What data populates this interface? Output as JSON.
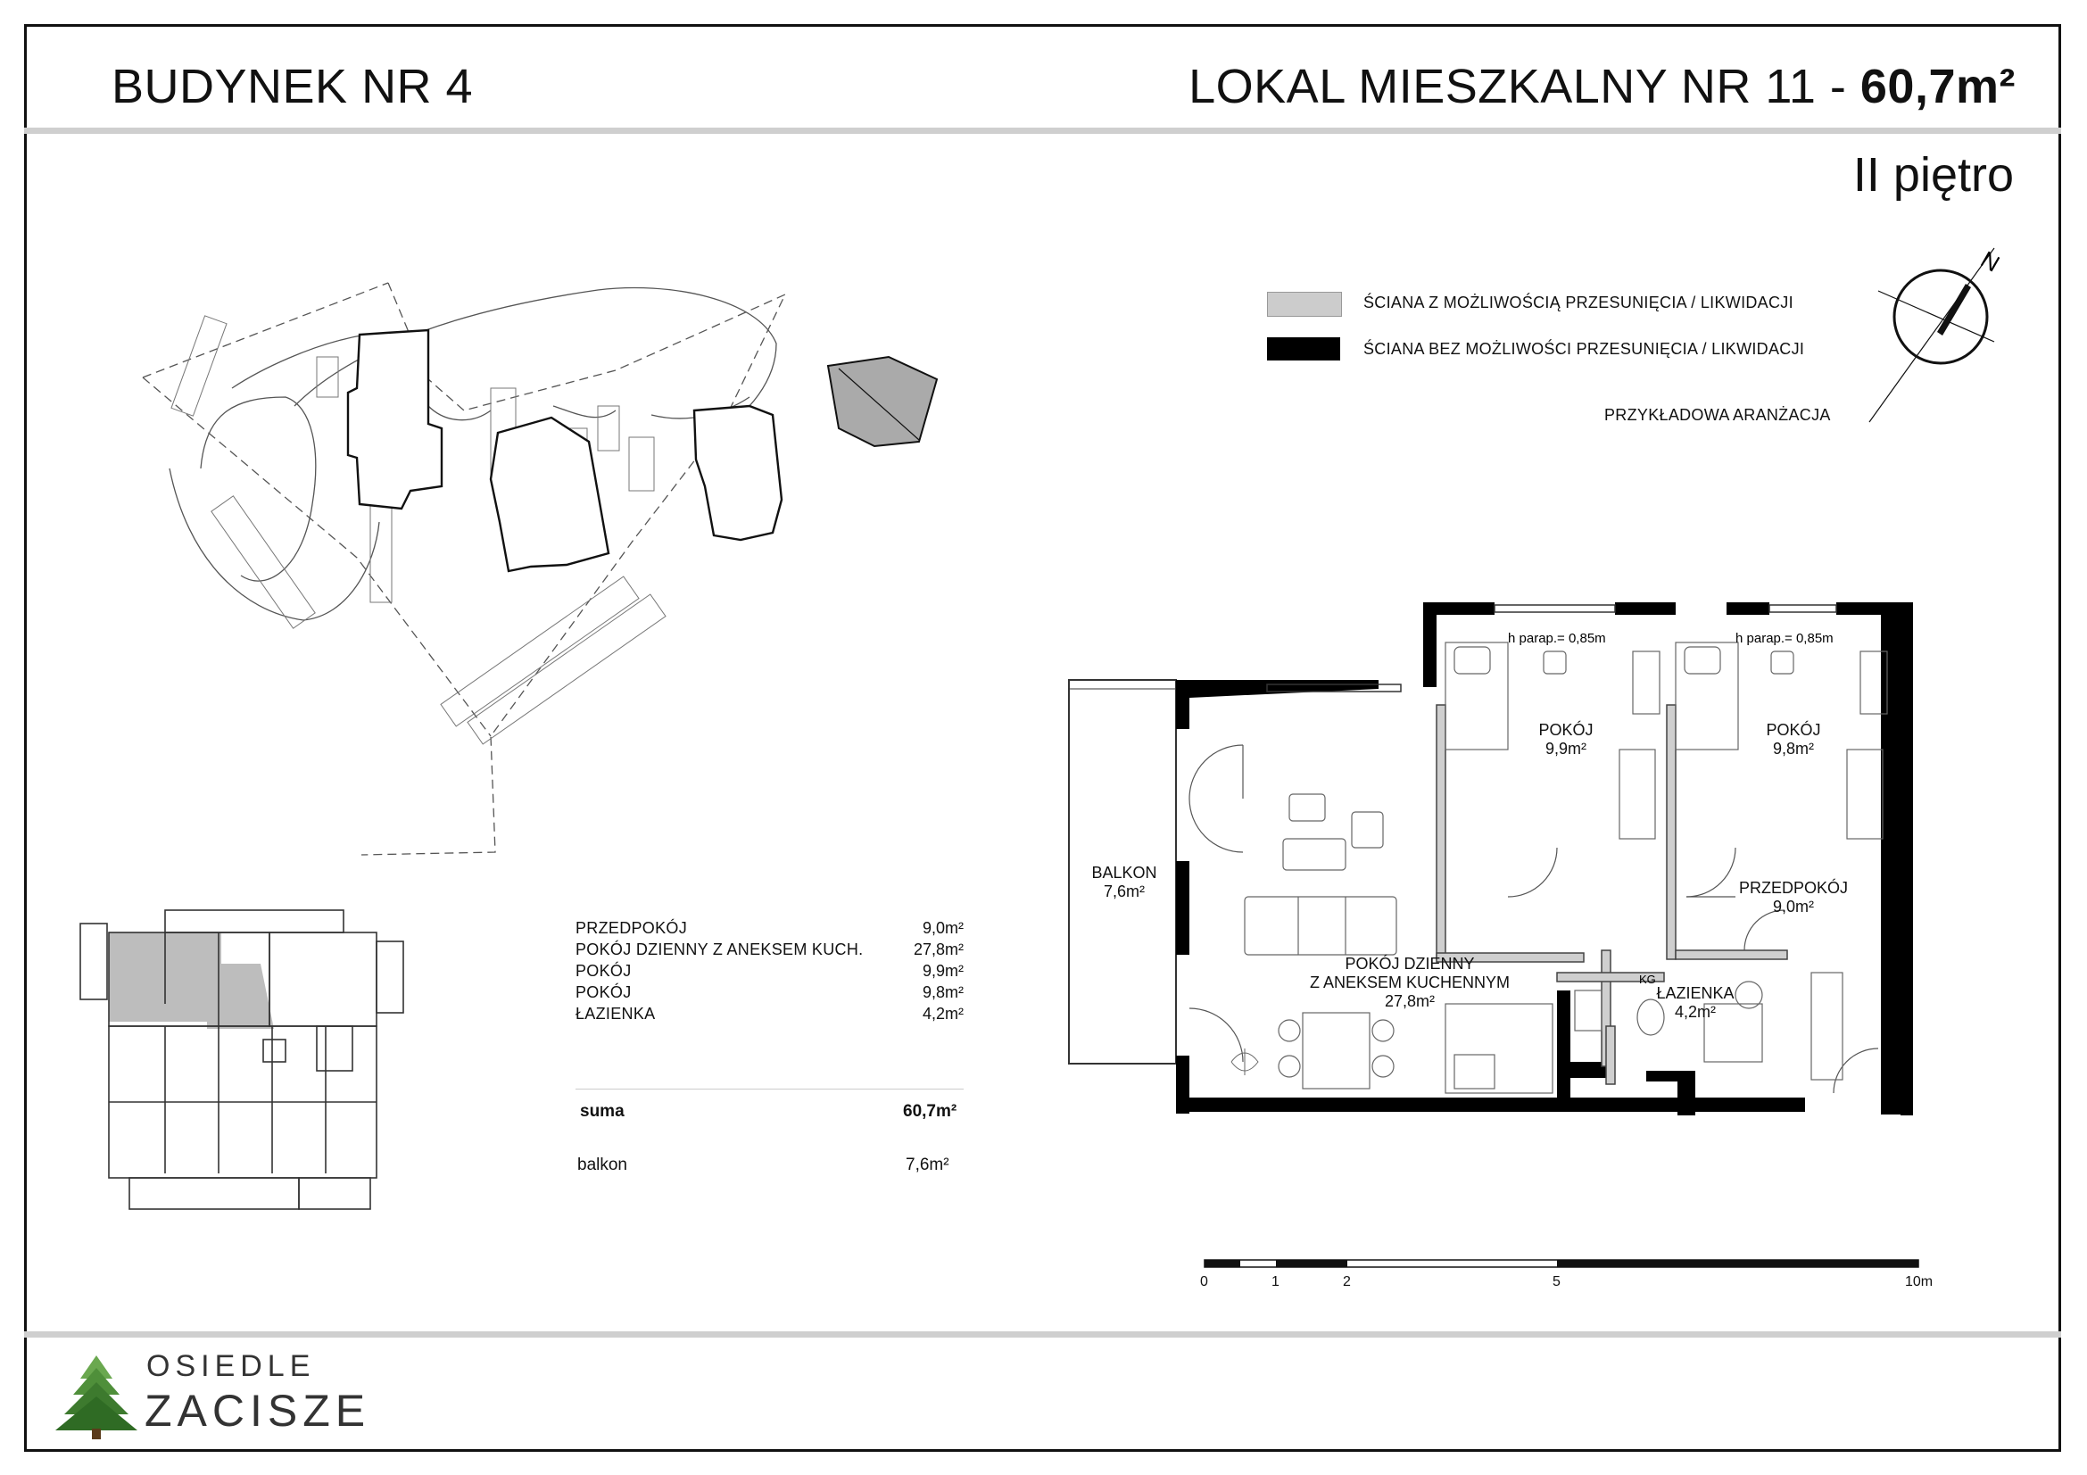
{
  "header": {
    "building": "BUDYNEK NR 4",
    "unit_prefix": "LOKAL MIESZKALNY NR 11 - ",
    "unit_area": "60,7m²",
    "floor": "II piętro"
  },
  "legend": {
    "movable_wall": "ŚCIANA Z MOŻLIWOŚCIĄ PRZESUNIĘCIA / LIKWIDACJI",
    "fixed_wall": "ŚCIANA BEZ MOŻLIWOŚCI PRZESUNIĘCIA / LIKWIDACJI",
    "sample_arrangement": "PRZYKŁADOWA ARANŻACJA",
    "movable_color": "#cccccc",
    "fixed_color": "#000000"
  },
  "compass": {
    "north": "N"
  },
  "rooms": [
    {
      "name": "PRZEDPOKÓJ",
      "area": "9,0m²"
    },
    {
      "name": "POKÓJ DZIENNY Z ANEKSEM KUCH.",
      "area": "27,8m²"
    },
    {
      "name": "POKÓJ",
      "area": "9,9m²"
    },
    {
      "name": "POKÓJ",
      "area": "9,8m²"
    },
    {
      "name": "ŁAZIENKA",
      "area": "4,2m²"
    }
  ],
  "summary": {
    "label": "suma",
    "area": "60,7m²"
  },
  "balcony_row": {
    "label": "balkon",
    "area": "7,6m²"
  },
  "plan": {
    "parapet1": "h parap.= 0,85m",
    "parapet2": "h parap.= 0,85m",
    "room1_name": "POKÓJ",
    "room1_area": "9,9m²",
    "room2_name": "POKÓJ",
    "room2_area": "9,8m²",
    "balcony_name": "BALKON",
    "balcony_area": "7,6m²",
    "hall_name": "PRZEDPOKÓJ",
    "hall_area": "9,0m²",
    "living_line1": "POKÓJ DZIENNY",
    "living_line2": "Z ANEKSEM KUCHENNYM",
    "living_area": "27,8m²",
    "bath_name": "ŁAZIENKA",
    "bath_area": "4,2m²",
    "kg": "KG"
  },
  "scale": {
    "t0": "0",
    "t1": "1",
    "t2": "2",
    "t5": "5",
    "t10": "10m"
  },
  "logo": {
    "line1": "OSIEDLE",
    "line2": "ZACISZE"
  }
}
